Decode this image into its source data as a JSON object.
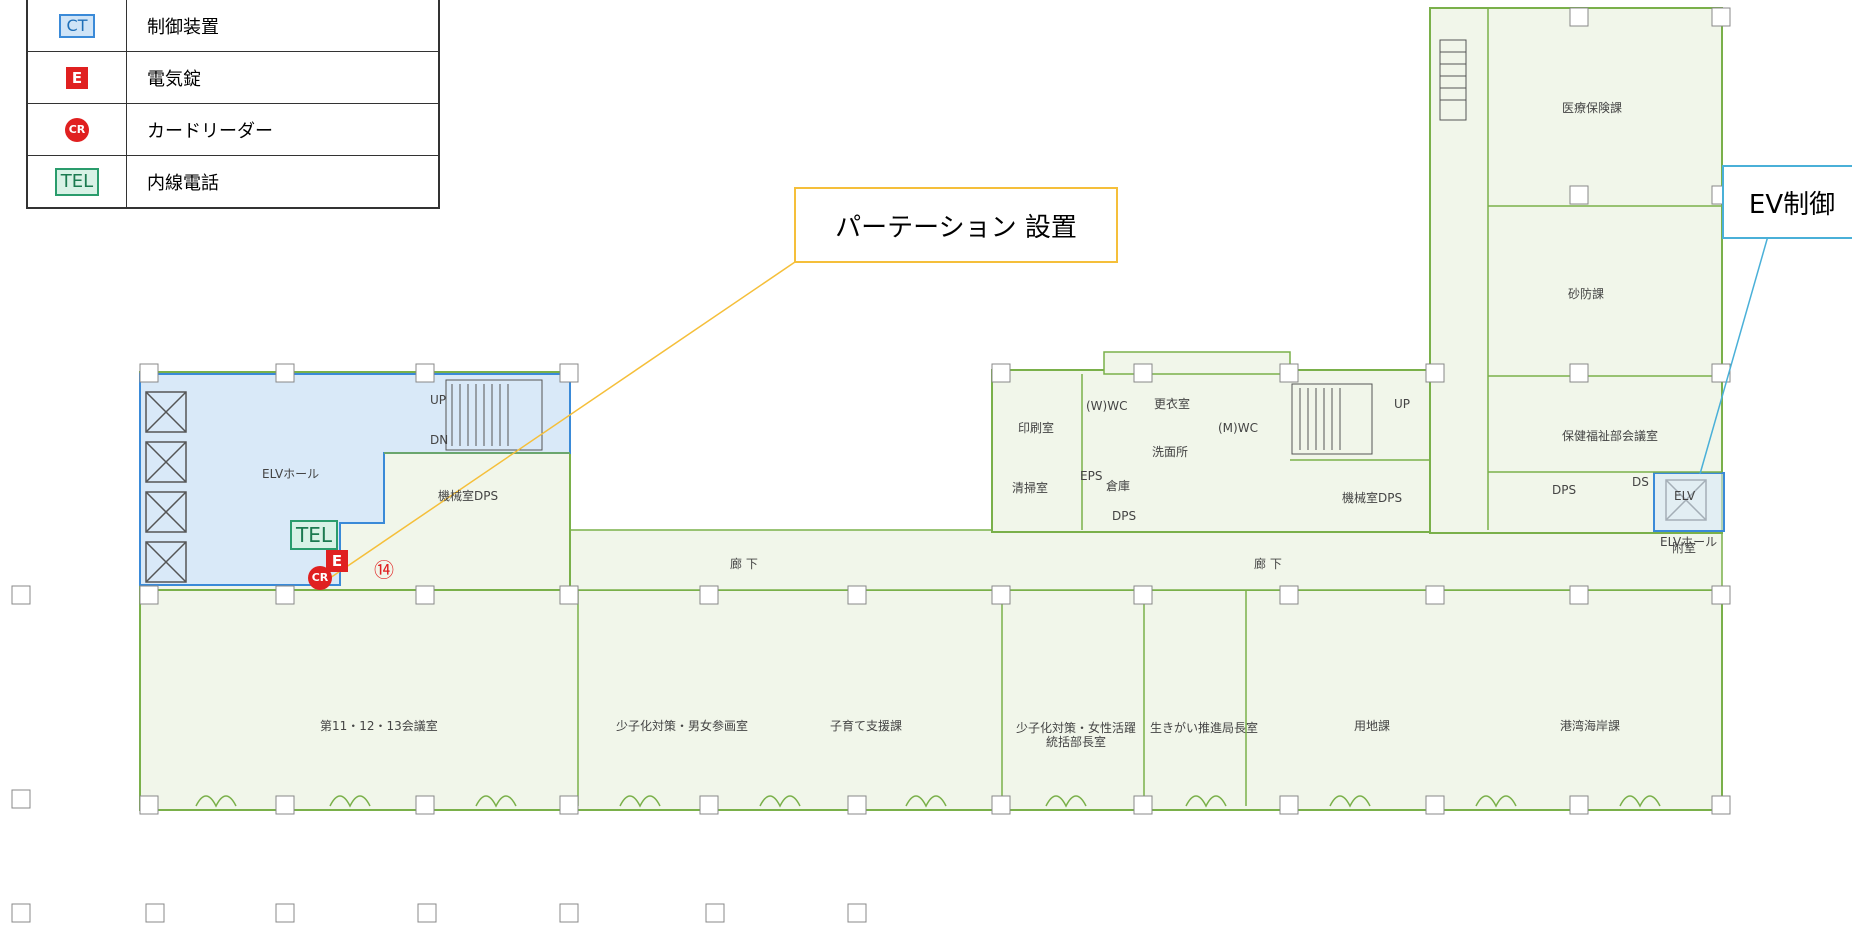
{
  "legend": {
    "rows": [
      {
        "symbol": "CT",
        "label": "制御装置"
      },
      {
        "symbol": "E",
        "label": "電気錠"
      },
      {
        "symbol": "CR",
        "label": "カードリーダー"
      },
      {
        "symbol": "TEL",
        "label": "内線電話"
      }
    ]
  },
  "callouts": {
    "partition": "パーテーション 設置",
    "ev_control": "EV制御"
  },
  "devices": {
    "tel": "TEL",
    "lock": "E",
    "reader": "CR",
    "door_number": "⑭"
  },
  "rooms": {
    "elv_hall": "ELVホール",
    "up1": "UP",
    "dn1": "DN",
    "machine_dps_left": "機械室DPS",
    "corridor_left": "廊 下",
    "corridor_right": "廊 下",
    "print_room": "印刷室",
    "cleaning": "清掃室",
    "eps": "EPS",
    "storage": "倉庫",
    "dps_mid": "DPS",
    "w_wc": "(W)WC",
    "locker": "更衣室",
    "washroom": "洗面所",
    "m_wc": "(M)WC",
    "up2": "UP",
    "machine_dps_right": "機械室DPS",
    "dps_right": "DPS",
    "ds": "DS",
    "elv_right": "ELV",
    "elv_hall_right": "ELVホール",
    "annex": "附室",
    "medical": "医療保険課",
    "erosion": "砂防課",
    "welfare_meeting": "保健福祉部会議室",
    "meeting_11_13": "第11・12・13会議室",
    "gender_equality": "少子化対策・男女参画室",
    "childcare": "子育て支援課",
    "director_room_1": "少子化対策・女性活躍",
    "director_room_2": "統括部長室",
    "ikigai": "生きがい推進局長室",
    "land": "用地課",
    "harbor": "港湾海岸課"
  }
}
